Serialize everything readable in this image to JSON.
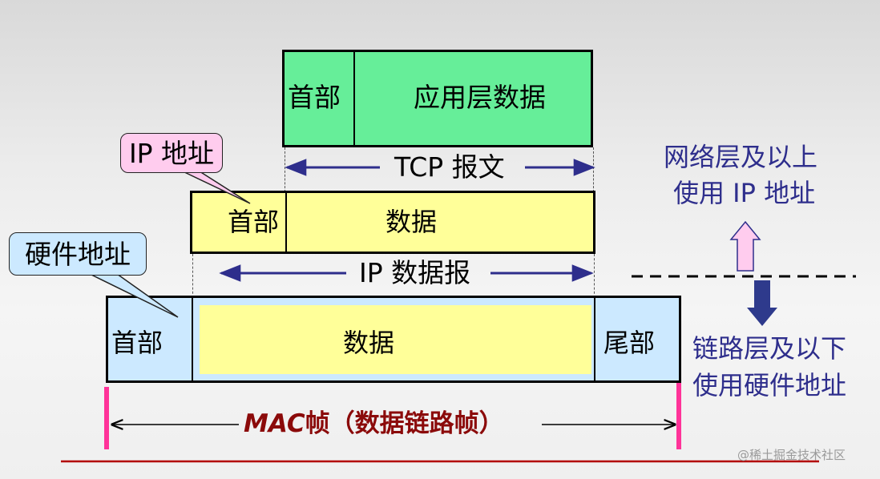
{
  "tcp": {
    "header": "首部",
    "data": "应用层数据",
    "span_label": "TCP 报文"
  },
  "ip": {
    "header": "首部",
    "data": "数据",
    "span_label": "IP 数据报",
    "callout": "IP 地址"
  },
  "mac": {
    "header": "首部",
    "data": "数据",
    "trailer": "尾部",
    "span_label_prefix": "MAC",
    "span_label_suffix": "帧（数据链路帧）",
    "callout": "硬件地址"
  },
  "right": {
    "upper": [
      "网络层及以上",
      "使用 IP 地址"
    ],
    "lower": [
      "链路层及以下",
      "使用硬件地址"
    ]
  },
  "watermark": "@稀土掘金技术社区",
  "colors": {
    "tcp_fill": "#66ee99",
    "ip_fill": "#ffff99",
    "mac_fill": "#cce9ff",
    "callout_pink": "#ffccee",
    "callout_blue": "#cce9ff",
    "arrow_blue": "#2e2e8c",
    "mac_label": "#8b0a0a",
    "text_blue": "#2e2e8c",
    "pink_bar": "#ff3399",
    "bottom_line": "#b30000",
    "up_arrow_fill": "#ffccee",
    "down_arrow_fill": "#2e3a8c"
  }
}
